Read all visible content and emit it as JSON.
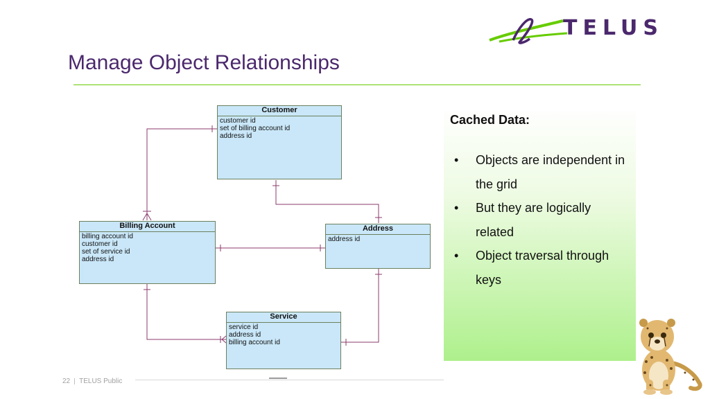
{
  "brand": {
    "logo_text": "TELUS",
    "accent": "#4b286d",
    "green": "#66cc00"
  },
  "slide": {
    "title": "Manage Object Relationships"
  },
  "diagram": {
    "entities": [
      {
        "name": "Customer",
        "fields": [
          "customer id",
          "set of billing account id",
          "address id"
        ]
      },
      {
        "name": "Billing Account",
        "fields": [
          "billing account id",
          "customer id",
          "set of service id",
          "address id"
        ]
      },
      {
        "name": "Address",
        "fields": [
          "address id"
        ]
      },
      {
        "name": "Service",
        "fields": [
          "service id",
          "address id",
          "billing account id"
        ]
      }
    ]
  },
  "panel": {
    "title": "Cached Data:",
    "bullets": [
      "Objects are independent in the grid",
      "But they are logically related",
      "Object traversal through keys"
    ]
  },
  "footer": {
    "page_number": "22",
    "classification": "TELUS Public"
  }
}
